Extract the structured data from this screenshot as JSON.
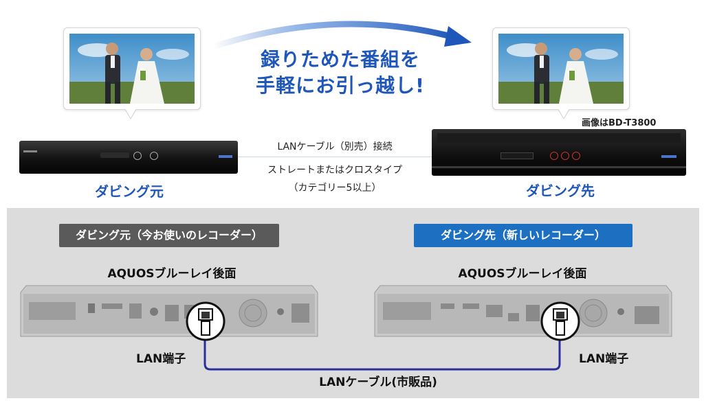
{
  "headline": {
    "line1": "録りためた番組を",
    "line2": "手軽にお引っ越し!"
  },
  "image_note": "画像はBD-T3800",
  "connection": {
    "cable": "LANケーブル（別売）接続",
    "type": "ストレートまたはクロスタイプ",
    "category": "（カテゴリー5以上）"
  },
  "source_label": "ダビング元",
  "target_label": "ダビング先",
  "source_badge": "ダビング元（今お使いのレコーダー）",
  "target_badge": "ダビング先（新しいレコーダー）",
  "source_rear_title": "AQUOSブルーレイ後面",
  "target_rear_title": "AQUOSブルーレイ後面",
  "source_port_label": "LAN端子",
  "target_port_label": "LAN端子",
  "cable_label": "LANケーブル(市販品)",
  "colors": {
    "accent_blue": "#1f56b9",
    "target_badge": "#1d6fc2",
    "source_badge": "#5a5a5a",
    "cable": "#2b2f9a",
    "panel": "#dcdcdc"
  }
}
